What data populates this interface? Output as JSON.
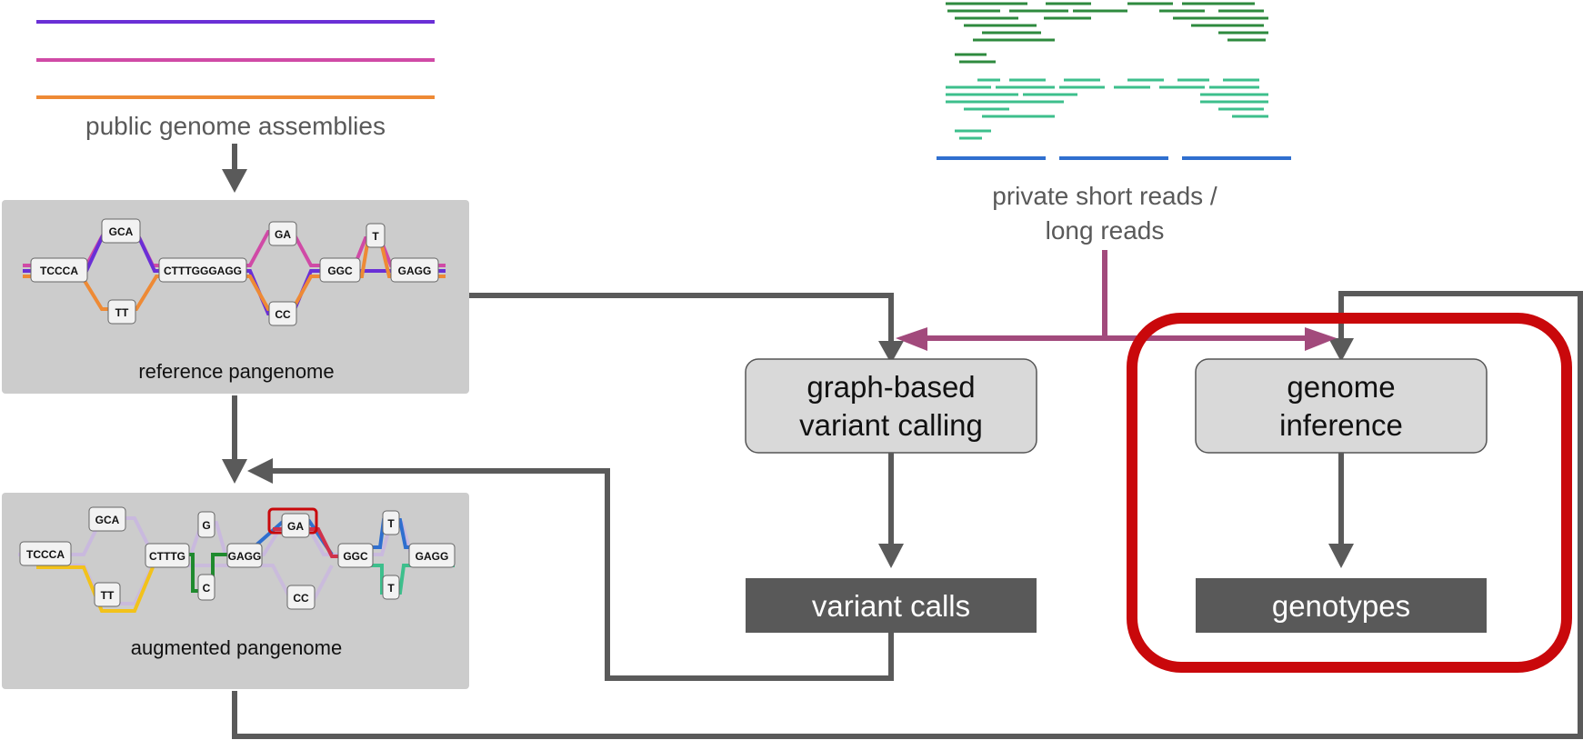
{
  "labels": {
    "public_assemblies": "public genome assemblies",
    "private_reads_line1": "private short reads /",
    "private_reads_line2": "long reads",
    "reference_pangenome": "reference pangenome",
    "augmented_pangenome": "augmented pangenome"
  },
  "boxes": {
    "graph_variant_calling_line1": "graph-based",
    "graph_variant_calling_line2": "variant calling",
    "genome_inference_line1": "genome",
    "genome_inference_line2": "inference",
    "variant_calls": "variant calls",
    "genotypes": "genotypes"
  },
  "reference_graph_nodes": [
    "TCCCA",
    "GCA",
    "TT",
    "CTTTGGGAGG",
    "GA",
    "CC",
    "T",
    "GGC",
    "GAGG"
  ],
  "augmented_graph_nodes": [
    "TCCCA",
    "GCA",
    "TT",
    "CTTTG",
    "G",
    "C",
    "GAGG",
    "GA",
    "CC",
    "GGC",
    "T",
    "T",
    "GAGG"
  ],
  "colors": {
    "assembly_1": "#6a2fd6",
    "assembly_2": "#d04aa6",
    "assembly_3": "#ee8a35",
    "flow_arrow": "#5a5a5a",
    "reads_arrow": "#a24a7c",
    "highlight": "#c9080b",
    "box_light": "#d9d9d9",
    "box_dark": "#595959",
    "panel": "#cccccc",
    "reads_dark_green": "#2e8a3e",
    "reads_light_green": "#3dbf8c",
    "reads_blue": "#2f6fcf"
  }
}
